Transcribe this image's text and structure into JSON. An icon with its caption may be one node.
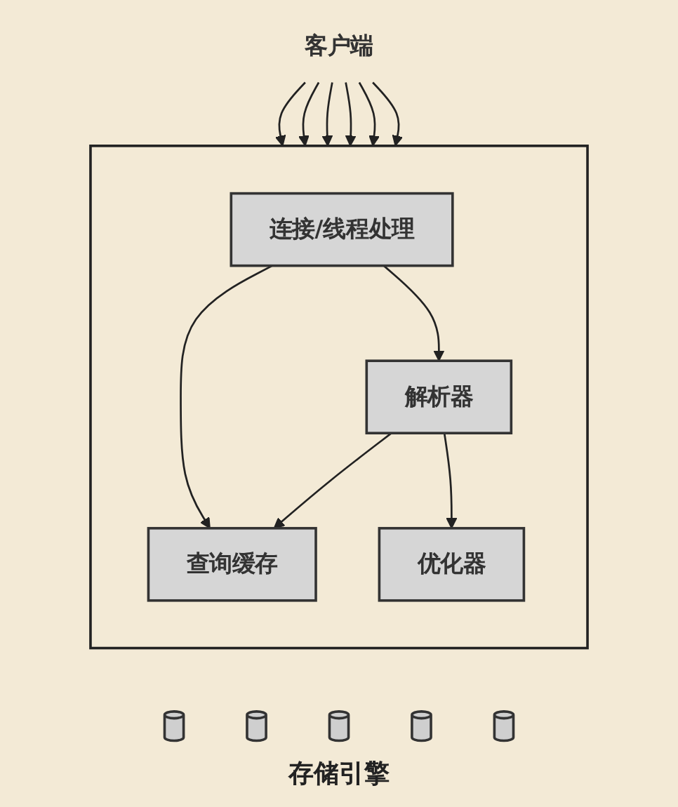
{
  "diagram": {
    "nodes": [
      {
        "text": [
          "客户端"
        ]
      },
      {
        "text": [],
        "shape": "box"
      },
      {
        "text": [
          "连接/线程处理"
        ],
        "in": 1
      },
      {
        "text": [
          "查询缓存"
        ],
        "in": 1
      },
      {
        "text": [
          "解析器"
        ],
        "in": 1
      },
      {
        "text": [
          "优化器"
        ],
        "in": 1
      },
      {
        "text": [],
        "shape": "cylinder"
      },
      {
        "text": [],
        "shape": "cylinder"
      },
      {
        "text": [],
        "shape": "cylinder"
      },
      {
        "text": [],
        "shape": "cylinder"
      },
      {
        "text": [],
        "shape": "cylinder"
      }
    ],
    "edges": [
      {
        "from": 0,
        "to": 1,
        "arrow": "to"
      },
      {
        "from": 0,
        "to": 1,
        "arrow": "to"
      },
      {
        "from": 0,
        "to": 1,
        "arrow": "to"
      },
      {
        "from": 0,
        "to": 1,
        "arrow": "to"
      },
      {
        "from": 0,
        "to": 1,
        "arrow": "to"
      },
      {
        "from": 0,
        "to": 1,
        "arrow": "to"
      },
      {
        "from": 2,
        "to": 3,
        "arrow": "to"
      },
      {
        "from": 2,
        "to": 4,
        "arrow": "to"
      },
      {
        "from": 4,
        "to": 3,
        "arrow": "to"
      },
      {
        "from": 4,
        "to": 5,
        "arrow": "to"
      }
    ],
    "labels": [
      "存储引擎"
    ]
  }
}
